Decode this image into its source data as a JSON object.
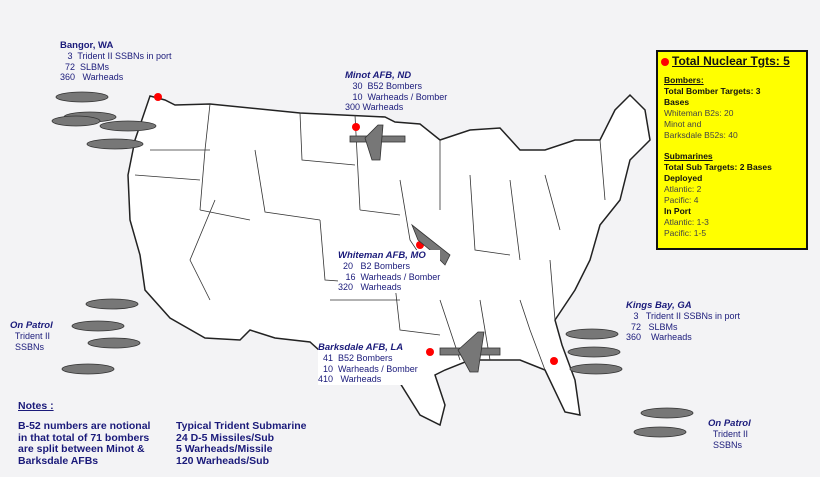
{
  "colors": {
    "accent": "#ffff00",
    "target_dot": "#ff0000",
    "text": "#1a1a7a"
  },
  "summary": {
    "title": "Total Nuclear Tgts: 5",
    "bombers_header": "Bombers:",
    "bomber_targets": "Total Bomber Targets: 3",
    "bases": "Bases",
    "whiteman": "Whiteman B2s: 20",
    "minot_and": "Minot and",
    "barksdale": "Barksdale B52s: 40",
    "subs_header": "Submarines",
    "sub_targets": "Total Sub Targets: 2 Bases",
    "deployed": "Deployed",
    "dep_atlantic": "Atlantic: 2",
    "dep_pacific": "Pacific: 4",
    "in_port": "In Port",
    "port_atlantic": "Atlantic: 1-3",
    "port_pacific": "Pacific: 1-5"
  },
  "bases": {
    "bangor": {
      "title": "Bangor, WA",
      "lines": "   3  Trident II SSBNs in port\n  72  SLBMs\n360   Warheads"
    },
    "minot": {
      "title": "Minot AFB, ND",
      "lines": "   30  B52 Bombers\n   10  Warheads / Bomber\n300 Warheads"
    },
    "whiteman": {
      "title": "Whiteman AFB, MO",
      "lines": "  20   B2 Bombers\n   16  Warheads / Bomber\n320   Warheads"
    },
    "barksdale": {
      "title": "Barksdale AFB, LA",
      "lines": "  41  B52 Bombers\n  10  Warheads / Bomber\n410   Warheads"
    },
    "kings_bay": {
      "title": "Kings Bay, GA",
      "lines": "   3   Trident II SSBNs in port\n  72   SLBMs\n360    Warheads"
    }
  },
  "patrol_pacific": {
    "title": "On Patrol",
    "lines": "  Trident II\n  SSBNs"
  },
  "patrol_atlantic": {
    "title": "On Patrol",
    "lines": "  Trident II\n  SSBNs"
  },
  "notes": {
    "title": "Notes :",
    "b52": "B-52 numbers are notional\nin that total of 71 bombers\nare split between Minot &\nBarksdale AFBs",
    "sub": "Typical Trident Submarine\n24 D-5 Missiles/Sub\n5 Warheads/Missile\n120 Warheads/Sub"
  }
}
